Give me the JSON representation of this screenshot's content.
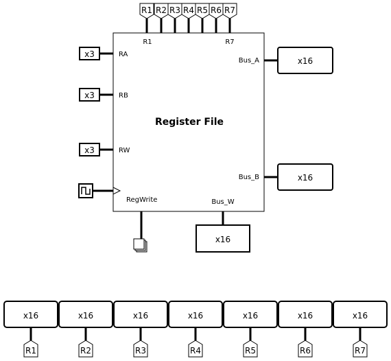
{
  "register_file": {
    "title": "Register File",
    "in_a": "RA",
    "in_b": "RB",
    "in_w": "RW",
    "out_a": "Bus_A",
    "out_b": "Bus_B",
    "in_bus_w": "Bus_W",
    "reg_write": "RegWrite",
    "top_left_pin": "R1",
    "top_right_pin": "R7"
  },
  "top_tunnels": [
    "R1",
    "R2",
    "R3",
    "R4",
    "R5",
    "R6",
    "R7"
  ],
  "inputs": [
    "x3",
    "x3",
    "x3"
  ],
  "buses": {
    "bus_a": "x16",
    "bus_b": "x16",
    "bus_w": "x16"
  },
  "bottom_registers": [
    {
      "width": "x16",
      "tunnel": "R1"
    },
    {
      "width": "x16",
      "tunnel": "R2"
    },
    {
      "width": "x16",
      "tunnel": "R3"
    },
    {
      "width": "x16",
      "tunnel": "R4"
    },
    {
      "width": "x16",
      "tunnel": "R5"
    },
    {
      "width": "x16",
      "tunnel": "R6"
    },
    {
      "width": "x16",
      "tunnel": "R7"
    }
  ]
}
